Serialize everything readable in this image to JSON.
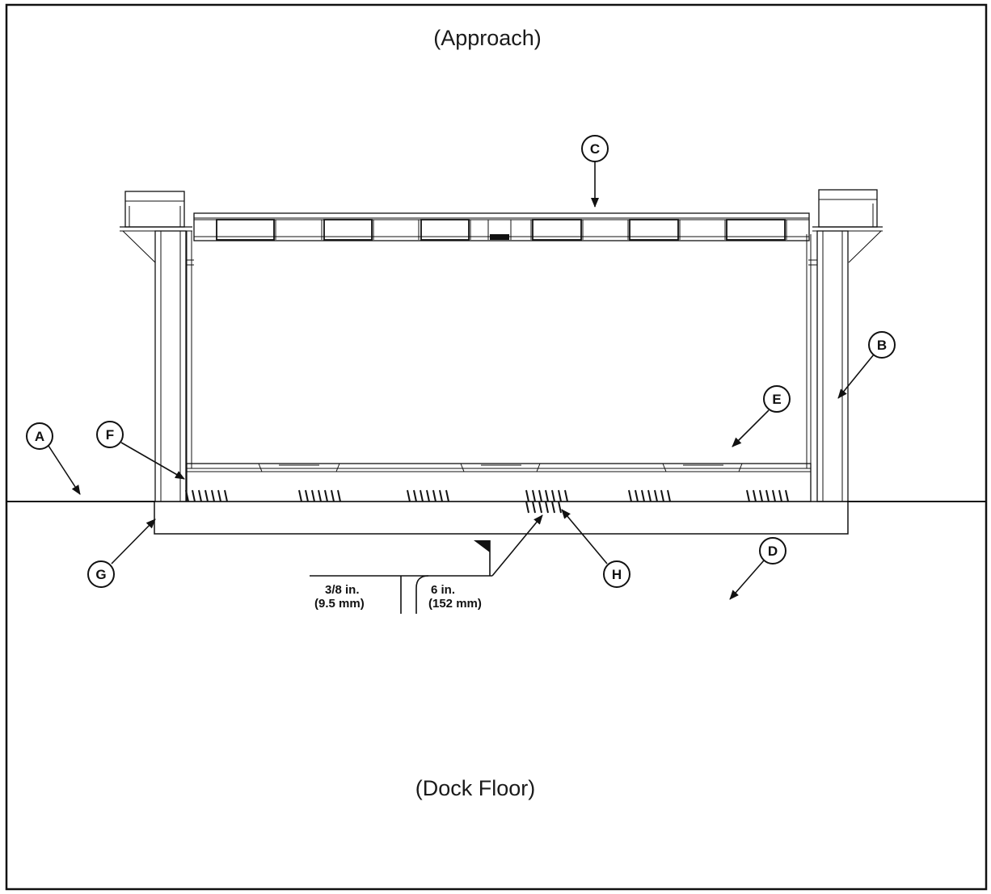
{
  "labels": {
    "approach": "(Approach)",
    "dock_floor": "(Dock Floor)"
  },
  "dimensions": {
    "weld_size_in": "3/8 in.",
    "weld_size_mm": "(9.5 mm)",
    "weld_length_in": "6 in.",
    "weld_length_mm": "(152 mm)"
  },
  "callouts": {
    "a": "A",
    "b": "B",
    "c": "C",
    "d": "D",
    "e": "E",
    "f": "F",
    "g": "G",
    "h": "H"
  }
}
